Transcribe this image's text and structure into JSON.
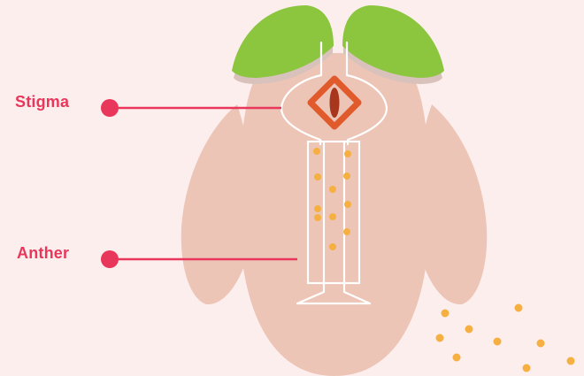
{
  "labels": {
    "stigma": "Stigma",
    "anther": "Anther"
  },
  "colors": {
    "background": "#fdeeee",
    "flower_body": "#ecc5b6",
    "flower_shadow": "#e3b6a6",
    "leaf": "#8cc63f",
    "leaf_shadow": "#d8c2bb",
    "outline": "#ffffff",
    "stigma_outer": "#e05a2b",
    "stigma_inner": "#a8361c",
    "pollen": "#f5b041",
    "label_accent": "#e8375a"
  },
  "icons": {
    "callout_marker": "pink-dot",
    "foliage": "green-leaf"
  }
}
